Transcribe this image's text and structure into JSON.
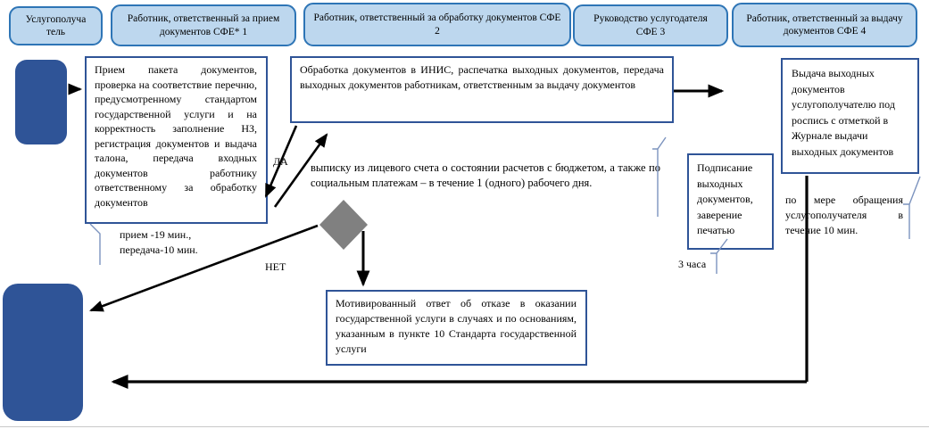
{
  "lanes": [
    {
      "label": "Услугополуча тель"
    },
    {
      "label": "Работник, ответственный за прием документов СФЕ* 1"
    },
    {
      "label": "Работник, ответственный за обработку документов СФЕ 2"
    },
    {
      "label": "Руководство услугодателя СФЕ 3"
    },
    {
      "label": "Работник, ответственный за выдачу документов СФЕ 4"
    }
  ],
  "nodes": {
    "reception": "Прием пакета документов, проверка на соответствие перечню, предусмотренному стандартом государственной услуги и на корректность заполнение НЗ, регистрация документов и выдача талона, передача входных документов работнику ответственному за обработку документов",
    "reception_note": "прием -19 мин., передача-10 мин.",
    "processing": "Обработка документов в ИНИС, распечатка выходных документов, передача выходных документов работникам, ответственным за выдачу документов",
    "statement_note": "выписку из лицевого счета о состоянии расчетов с бюджетом, а также по социальным  платежам – в течение 1 (одного) рабочего дня.",
    "yes_label": "ДА",
    "no_label": "НЕТ",
    "refusal": "Мотивированный ответ об отказе в оказании государственной услуги в случаях и по основаниям, указанным в пункте 10 Стандарта государственной услуги",
    "signing": "Подписание выходных документов, заверение печатью",
    "signing_time": "3 часа",
    "issuance": "Выдача выходных документов услугополучателю под роспись с отметкой в Журнале выдачи выходных документов",
    "issuance_note": "по мере обращения услугополучателя в течение 10 мин."
  },
  "colors": {
    "lane_fill": "#BDD7EE",
    "lane_border": "#2E75B6",
    "process_border": "#2F5497",
    "terminator_fill": "#2F5497",
    "decision_fill": "#808080",
    "connector": "#000000",
    "callout_line": "#7C93BE"
  }
}
